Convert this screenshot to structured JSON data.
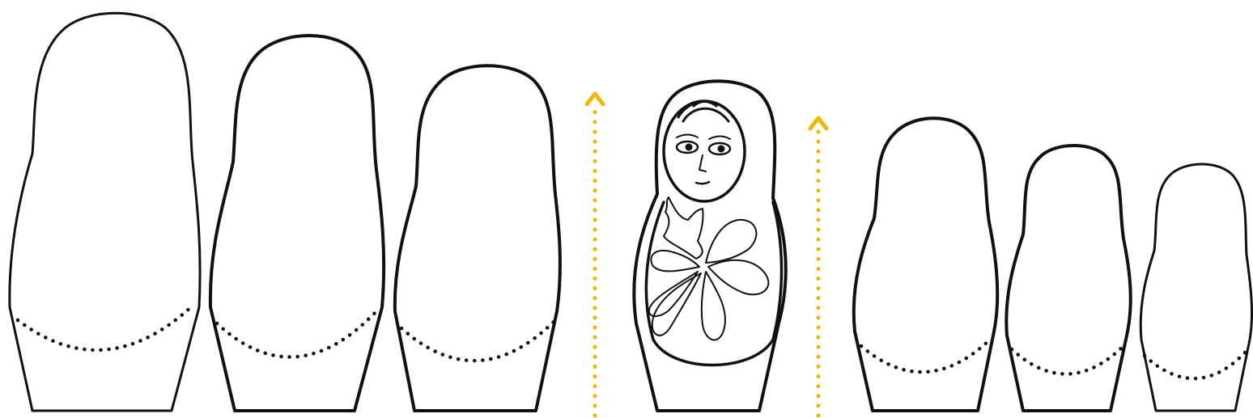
{
  "colors": {
    "outline": "#111111",
    "seam": "#111111",
    "arrow": "#f2b705",
    "background": "#ffffff"
  },
  "diagram": {
    "elements": [
      {
        "kind": "doll",
        "state": "open",
        "part": "shell",
        "rank": 1
      },
      {
        "kind": "doll",
        "state": "open",
        "part": "shell",
        "rank": 2
      },
      {
        "kind": "doll",
        "state": "open",
        "part": "shell",
        "rank": 3
      },
      {
        "kind": "arrow",
        "direction": "up",
        "style": "dotted"
      },
      {
        "kind": "doll",
        "state": "decorated",
        "features": [
          "face",
          "headscarf",
          "flower"
        ]
      },
      {
        "kind": "arrow",
        "direction": "up",
        "style": "dotted"
      },
      {
        "kind": "doll",
        "state": "open",
        "part": "shell",
        "rank": 4
      },
      {
        "kind": "doll",
        "state": "open",
        "part": "shell",
        "rank": 5
      },
      {
        "kind": "doll",
        "state": "open",
        "part": "shell",
        "rank": 6
      }
    ],
    "shell_count": 6,
    "decorated_count": 1,
    "arrow_count": 2
  }
}
